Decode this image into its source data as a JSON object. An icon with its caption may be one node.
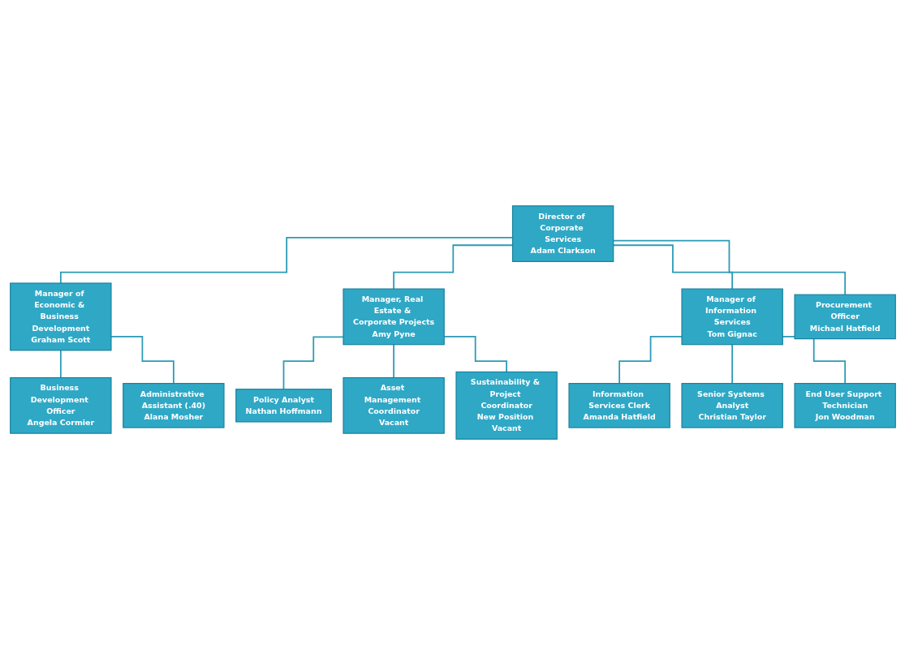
{
  "diagram": {
    "nodes": [
      {
        "text": [
          "Director of Corporate Services",
          "Adam Clarkson"
        ]
      },
      {
        "text": [
          "Manager of Economic & Business Development",
          "Graham Scott"
        ]
      },
      {
        "text": [
          "Manager, Real Estate & Corporate Projects",
          "Amy Pyne"
        ]
      },
      {
        "text": [
          "Manager of Information Services",
          "Tom Gignac"
        ]
      },
      {
        "text": [
          "Procurement Officer",
          "Michael Hatfield"
        ]
      },
      {
        "text": [
          "Business Development Officer",
          "Angela Cormier"
        ]
      },
      {
        "text": [
          "Administrative Assistant (.40)",
          "Alana Mosher"
        ]
      },
      {
        "text": [
          "Policy Analyst",
          "Nathan Hoffmann"
        ]
      },
      {
        "text": [
          "Asset Management Coordinator",
          "Vacant"
        ]
      },
      {
        "text": [
          "Sustainability & Project Coordinator",
          "New Position Vacant"
        ]
      },
      {
        "text": [
          "Information Services Clerk",
          "Amanda Hatfield"
        ]
      },
      {
        "text": [
          "Senior Systems Analyst",
          "Christian Taylor"
        ]
      },
      {
        "text": [
          "End User Support Technician",
          "Jon Woodman"
        ]
      }
    ],
    "edges": [
      {
        "from": 0,
        "to": 1,
        "arrow": "none"
      },
      {
        "from": 0,
        "to": 2,
        "arrow": "none"
      },
      {
        "from": 0,
        "to": 3,
        "arrow": "none"
      },
      {
        "from": 0,
        "to": 4,
        "arrow": "none"
      },
      {
        "from": 1,
        "to": 5,
        "arrow": "none"
      },
      {
        "from": 1,
        "to": 6,
        "arrow": "none"
      },
      {
        "from": 2,
        "to": 7,
        "arrow": "none"
      },
      {
        "from": 2,
        "to": 8,
        "arrow": "none"
      },
      {
        "from": 2,
        "to": 9,
        "arrow": "none"
      },
      {
        "from": 3,
        "to": 10,
        "arrow": "none"
      },
      {
        "from": 3,
        "to": 11,
        "arrow": "none"
      },
      {
        "from": 3,
        "to": 12,
        "arrow": "none"
      }
    ]
  }
}
